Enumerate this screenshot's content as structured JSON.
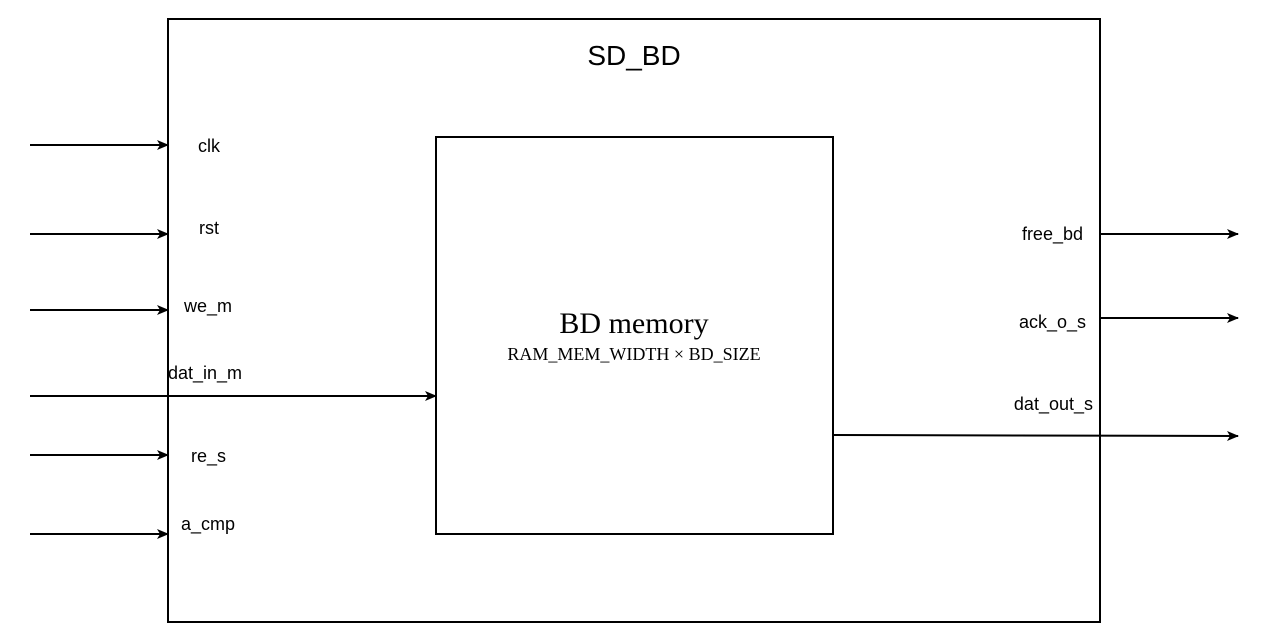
{
  "block": {
    "title": "SD_BD"
  },
  "memory": {
    "title": "BD memory",
    "subtitle": "RAM_MEM_WIDTH × BD_SIZE"
  },
  "inputs": [
    "clk",
    "rst",
    "we_m",
    "dat_in_m",
    "re_s",
    "a_cmp"
  ],
  "outputs": [
    "free_bd",
    "ack_o_s",
    "dat_out_s"
  ]
}
